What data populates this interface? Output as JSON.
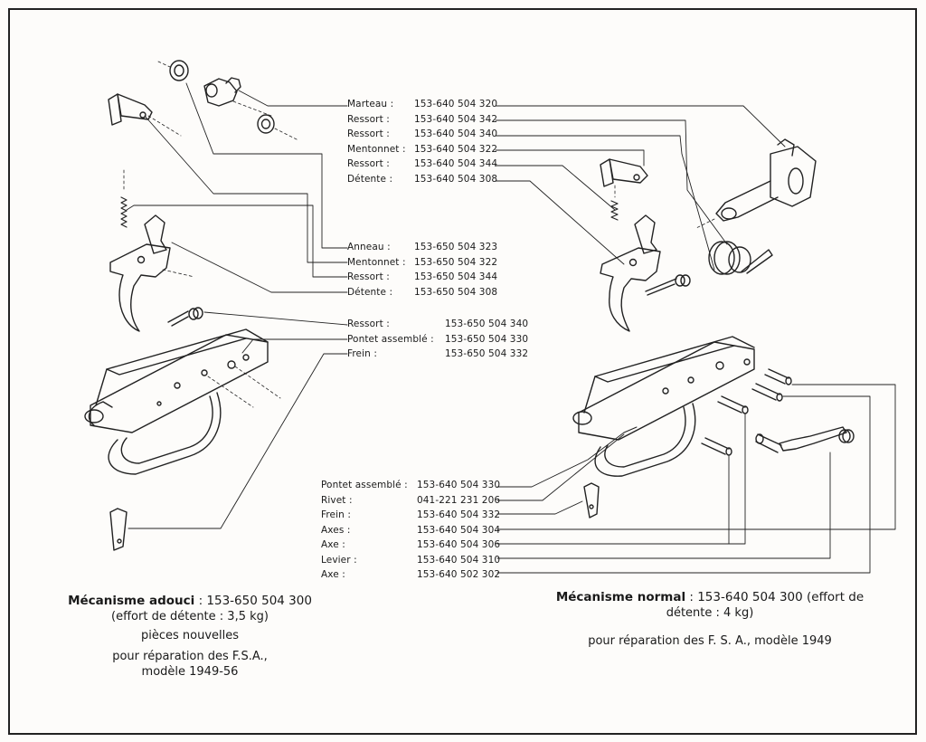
{
  "groups": {
    "top_center": [
      {
        "name": "Marteau :",
        "number": "153-640 504 320"
      },
      {
        "name": "Ressort :",
        "number": "153-640 504 342"
      },
      {
        "name": "Ressort :",
        "number": "153-640 504 340"
      },
      {
        "name": "Mentonnet :",
        "number": "153-640 504 322"
      },
      {
        "name": "Ressort :",
        "number": "153-640 504 344"
      },
      {
        "name": "Détente :",
        "number": "153-640 504 308"
      }
    ],
    "middle_center": [
      {
        "name": "Anneau :",
        "number": "153-650 504 323"
      },
      {
        "name": "Mentonnet :",
        "number": "153-650 504 322"
      },
      {
        "name": "Ressort :",
        "number": "153-650 504 344"
      },
      {
        "name": "Détente :",
        "number": "153-650 504 308"
      }
    ],
    "lower_center": [
      {
        "name": "Ressort :",
        "number": "153-650 504 340"
      },
      {
        "name": "Pontet assemblé :",
        "number": "153-650 504 330"
      },
      {
        "name": "Frein :",
        "number": "153-650 504 332"
      }
    ],
    "bottom_center": [
      {
        "name": "Pontet assemblé :",
        "number": "153-640 504 330"
      },
      {
        "name": "Rivet :",
        "number": "041-221 231 206"
      },
      {
        "name": "Frein :",
        "number": "153-640 504 332"
      },
      {
        "name": "Axes :",
        "number": "153-640 504 304"
      },
      {
        "name": "Axe :",
        "number": "153-640 504 306"
      },
      {
        "name": "Levier :",
        "number": "153-640 504 310"
      },
      {
        "name": "Axe :",
        "number": "153-640 502 302"
      }
    ]
  },
  "captions": {
    "left": {
      "title": "Mécanisme adouci",
      "title_number": ": 153-650 504 300",
      "line2": "(effort de détente : 3,5 kg)",
      "line3": "pièces nouvelles",
      "line4": "pour réparation des F.S.A.,",
      "line5": "modèle 1949-56"
    },
    "right": {
      "title": "Mécanisme normal",
      "title_number": ": 153-640 504 300 (effort de",
      "line2": "détente : 4 kg)",
      "line3": "pour réparation des F. S. A., modèle 1949"
    }
  }
}
